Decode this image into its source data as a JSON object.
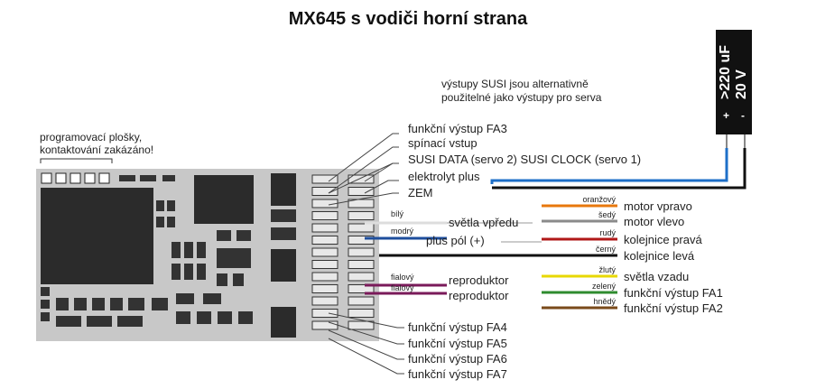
{
  "title": "MX645 s vodiči   horní strana",
  "note_susi": [
    "výstupy SUSI jsou alternativně",
    "použitelné jako výstupy pro serva"
  ],
  "note_pads": [
    "programovací plošky,",
    "kontaktování zakázáno!"
  ],
  "capacitor": {
    "value": ">220 uF",
    "voltage": "20 V",
    "plus": "+",
    "minus": "-"
  },
  "labels": {
    "fa3": "funkční výstup FA3",
    "spinaci": "spínací vstup",
    "susi": "SUSI DATA (servo 2)  SUSI CLOCK (servo 1)",
    "elektrolyt": "elektrolyt plus",
    "zem": "ZEM",
    "svetla_vpredu": "světla vpředu",
    "plus_pol": "plus pól (+)",
    "reproduktor1": "reproduktor",
    "reproduktor2": "reproduktor",
    "fa4": "funkční výstup FA4",
    "fa5": "funkční výstup FA5",
    "fa6": "funkční výstup FA6",
    "fa7": "funkční výstup FA7"
  },
  "left_wire_colors": {
    "bily": "bílý",
    "modry": "modrý",
    "fialovy1": "fialový",
    "fialovy2": "fialový"
  },
  "right_wires": [
    {
      "color_name": "oranžový",
      "function": "motor vpravo",
      "color": "#e8780c"
    },
    {
      "color_name": "šedý",
      "function": "motor vlevo",
      "color": "#8a8a8a"
    },
    {
      "color_name": "rudý",
      "function": "kolejnice pravá",
      "color": "#b01818"
    },
    {
      "color_name": "černý",
      "function": "kolejnice levá",
      "color": "#111111"
    },
    {
      "color_name": "žlutý",
      "function": "světla vzadu",
      "color": "#e8d800"
    },
    {
      "color_name": "zelený",
      "function": "funkční výstup FA1",
      "color": "#2e8b2e"
    },
    {
      "color_name": "hnědý",
      "function": "funkční výstup FA2",
      "color": "#7a4a1a"
    }
  ],
  "colors": {
    "board": "#c8c8c8",
    "wire_blue": "#1e6fc8",
    "wire_black": "#111111"
  }
}
